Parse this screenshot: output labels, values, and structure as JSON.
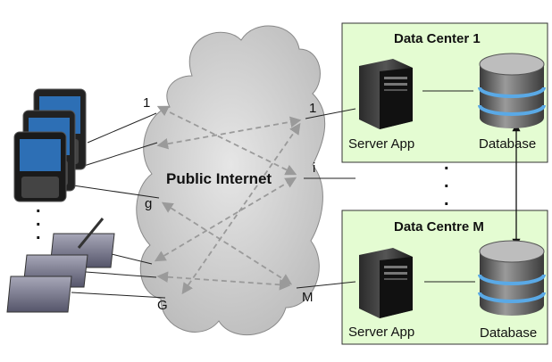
{
  "cloud": {
    "label": "Public Internet"
  },
  "data_centers": [
    {
      "title": "Data Center 1",
      "server_label": "Server App",
      "db_label": "Database"
    },
    {
      "title": "Data Centre M",
      "server_label": "Server App",
      "db_label": "Database"
    }
  ],
  "link_labels": {
    "left_top": "1",
    "left_mid": "g",
    "left_bottom": "G",
    "right_top": "1",
    "right_mid": "i",
    "right_bottom": "M"
  },
  "colors": {
    "datacenter_fill": "#e4fcd2",
    "cloud_fill": "#d0d0d0",
    "dashed_arrow": "#9a9a9a",
    "db_ring": "#5aa9e6"
  }
}
